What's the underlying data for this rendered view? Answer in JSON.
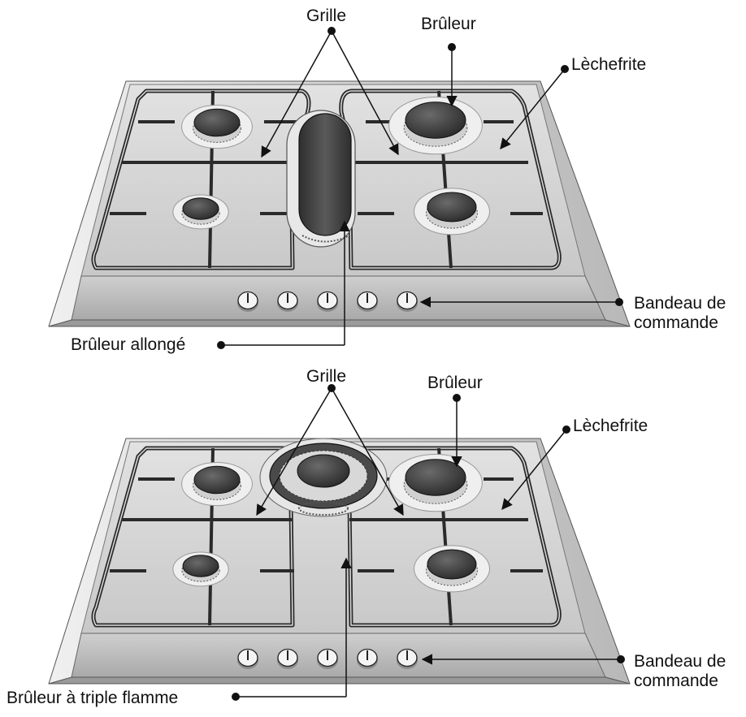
{
  "diagram_top": {
    "labels": {
      "grille": "Grille",
      "bruleur": "Brûleur",
      "lechefrite": "Lèchefrite",
      "bandeau_line1": "Bandeau de",
      "bandeau_line2": "commande",
      "bruleur_special": "Brûleur allongé"
    },
    "knob_count": 5
  },
  "diagram_bottom": {
    "labels": {
      "grille": "Grille",
      "bruleur": "Brûleur",
      "lechefrite": "Lèchefrite",
      "bandeau_line1": "Bandeau de",
      "bandeau_line2": "commande",
      "bruleur_special": "Brûleur à triple flamme"
    },
    "knob_count": 5
  },
  "colors": {
    "surface_light": "#dcdcdc",
    "surface_mid": "#c4c4c4",
    "surface_dark": "#8f8f8f",
    "grille_stroke": "#2a2a2a",
    "burner_cap": "#3a3a3a",
    "leader_line": "#111111"
  }
}
